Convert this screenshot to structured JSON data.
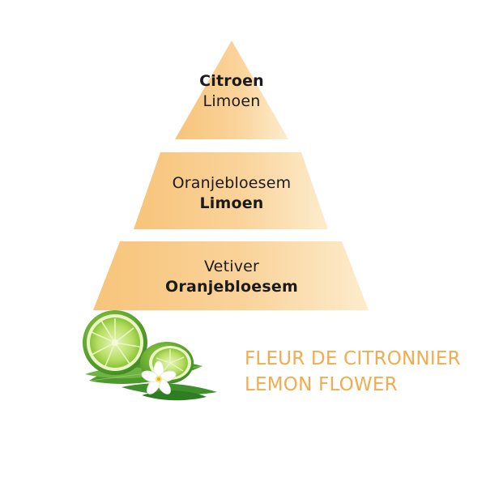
{
  "pyramid": {
    "top": {
      "line1": "Citroen",
      "line2": "Limoen"
    },
    "middle": {
      "line1": "Oranjebloesem",
      "line2": "Limoen"
    },
    "base": {
      "line1": "Vetiver",
      "line2": "Oranjebloesem"
    }
  },
  "product": {
    "name_fr": "FLEUR DE CITRONNIER",
    "name_en": "LEMON FLOWER"
  },
  "colors": {
    "tier_light": "#fde9c8",
    "tier_dark": "#f7c47a",
    "accent_text": "#f2ac4e",
    "lime_green": "#5aa32b",
    "leaf_green": "#3f8f2a"
  },
  "illustration": {
    "icon": "lime-and-blossom-icon"
  }
}
